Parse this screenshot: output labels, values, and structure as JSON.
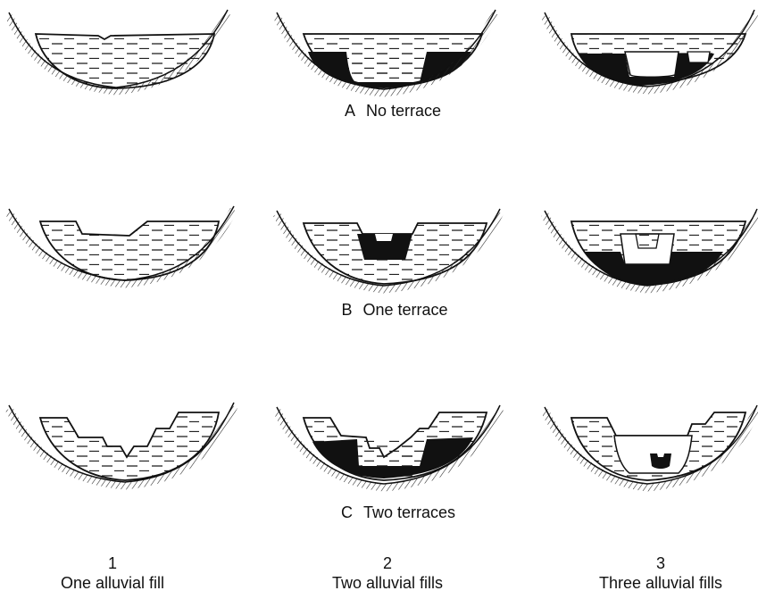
{
  "rows": [
    {
      "letter": "A",
      "label": "No terrace"
    },
    {
      "letter": "B",
      "label": "One terrace"
    },
    {
      "letter": "C",
      "label": "Two terraces"
    }
  ],
  "columns": [
    {
      "number": "1",
      "label": "One alluvial fill"
    },
    {
      "number": "2",
      "label": "Two alluvial fills"
    },
    {
      "number": "3",
      "label": "Three alluvial fills"
    }
  ],
  "colors": {
    "ink": "#111111",
    "fill_dark": "#111111",
    "fill_light": "#ffffff"
  }
}
